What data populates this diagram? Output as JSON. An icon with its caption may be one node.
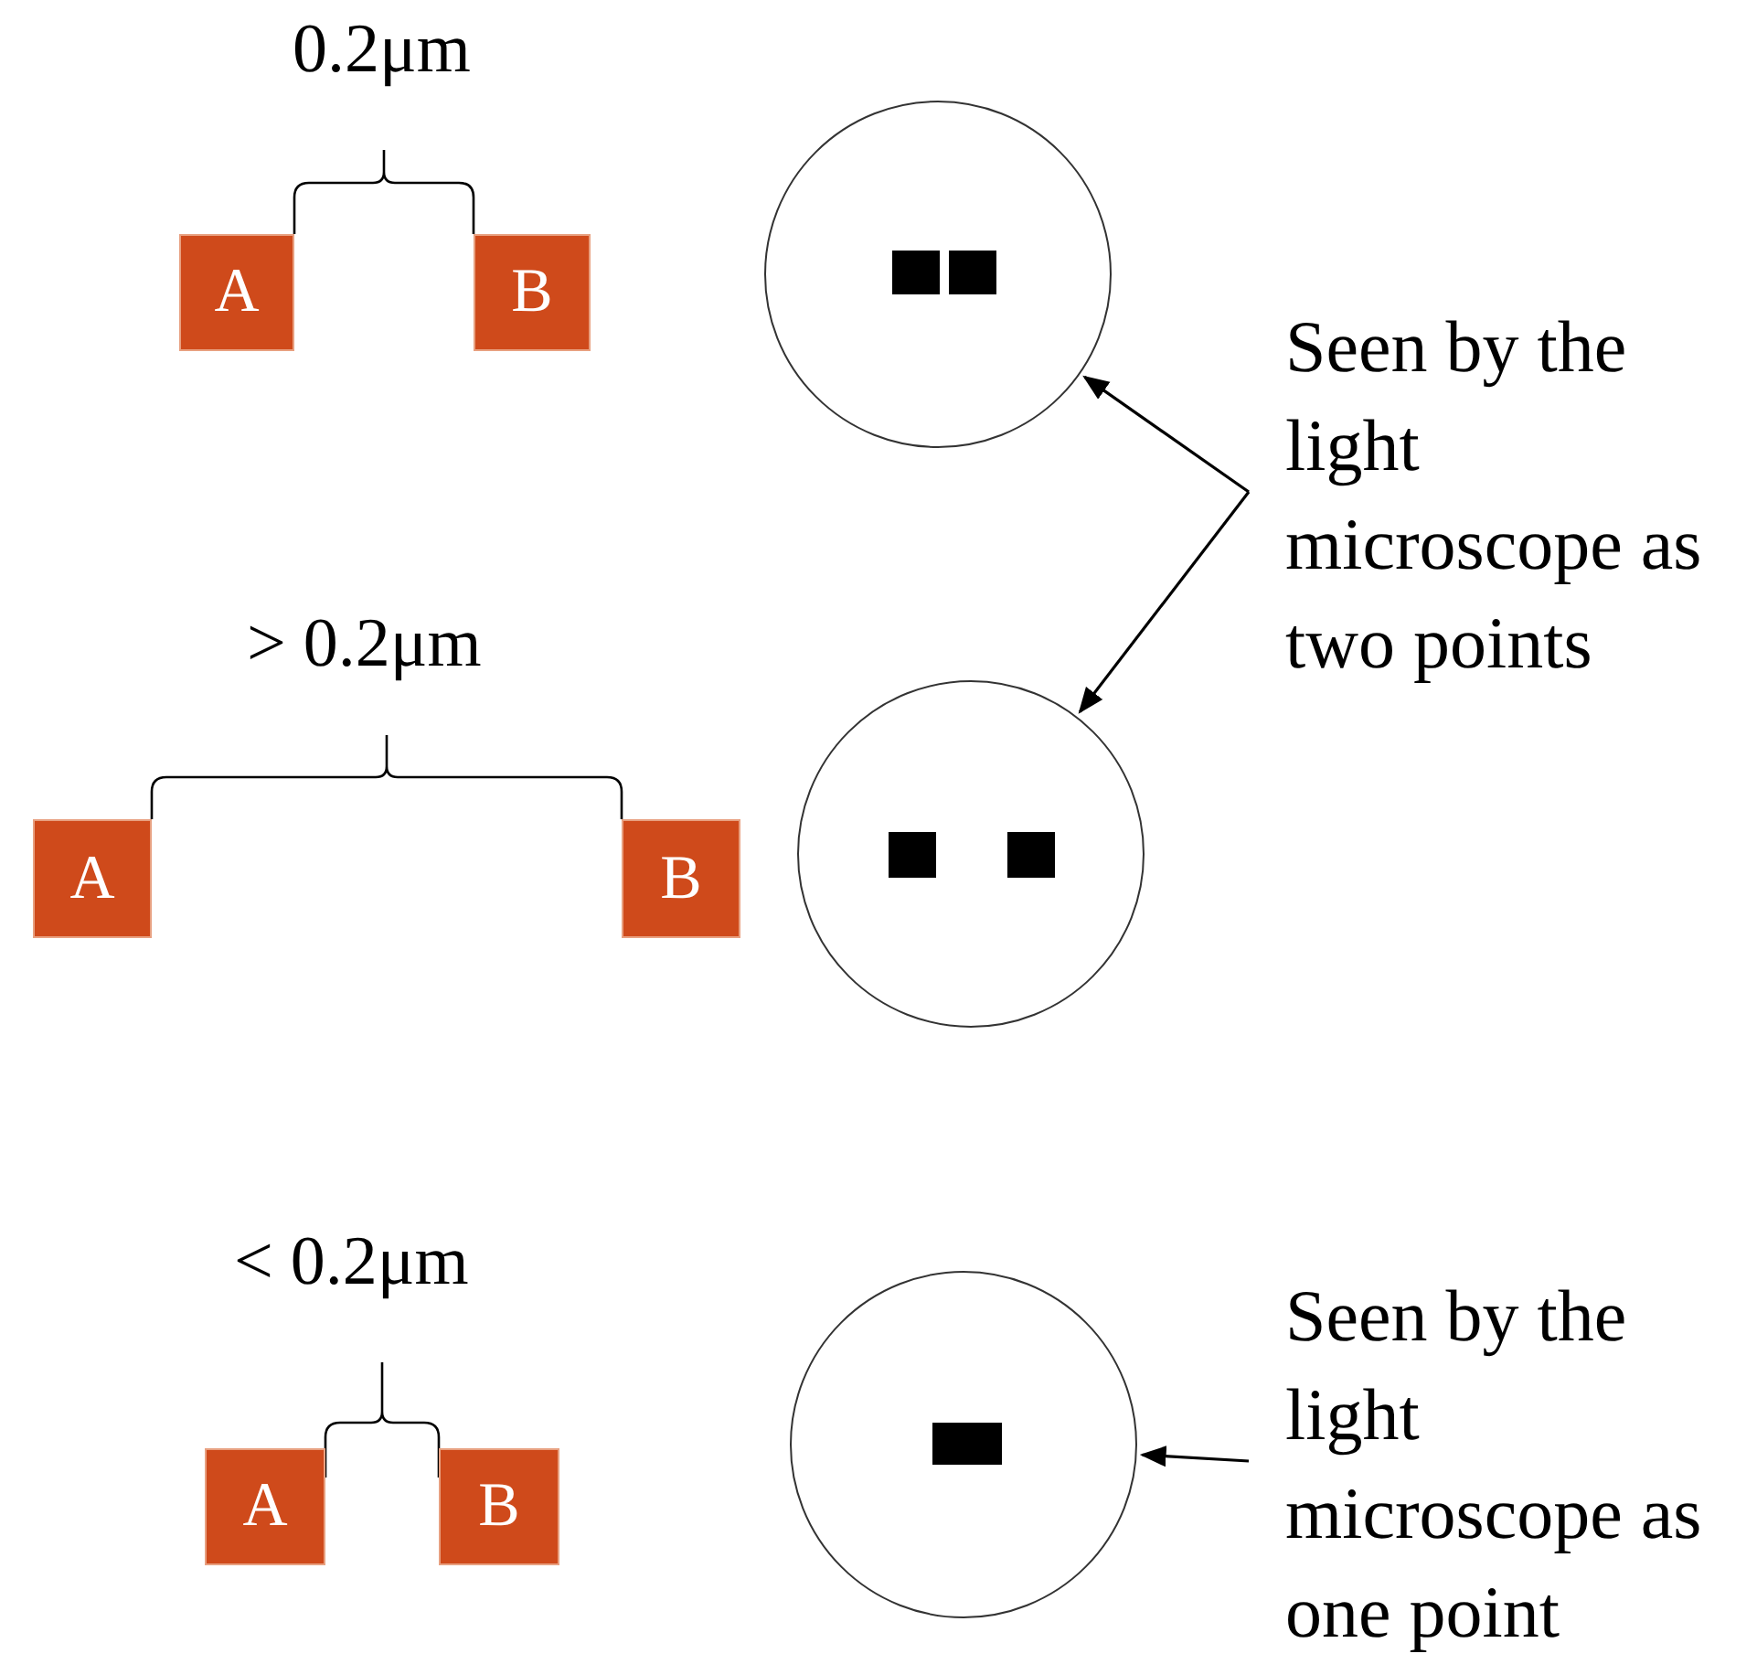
{
  "diagram": {
    "nodes": [
      {
        "text": [
          "A"
        ]
      },
      {
        "text": [
          "B"
        ]
      },
      {
        "text": [],
        "shape": "circle"
      },
      {
        "text": [
          "Seen by the light microscope as two points"
        ]
      },
      {
        "text": [
          "A"
        ]
      },
      {
        "text": [
          "B"
        ]
      },
      {
        "text": [],
        "shape": "circle"
      },
      {
        "text": [
          "A"
        ]
      },
      {
        "text": [
          "B"
        ]
      },
      {
        "text": [],
        "shape": "circle"
      },
      {
        "text": [
          "Seen by the light microscope as one point"
        ]
      }
    ],
    "edges": [
      {
        "from": 3,
        "to": 2,
        "arrow": "to"
      },
      {
        "from": 3,
        "to": 6,
        "arrow": "to"
      },
      {
        "from": 10,
        "to": 9,
        "arrow": "to"
      }
    ],
    "labels": [
      "0.2μm",
      "> 0.2μm",
      "< 0.2μm"
    ]
  }
}
